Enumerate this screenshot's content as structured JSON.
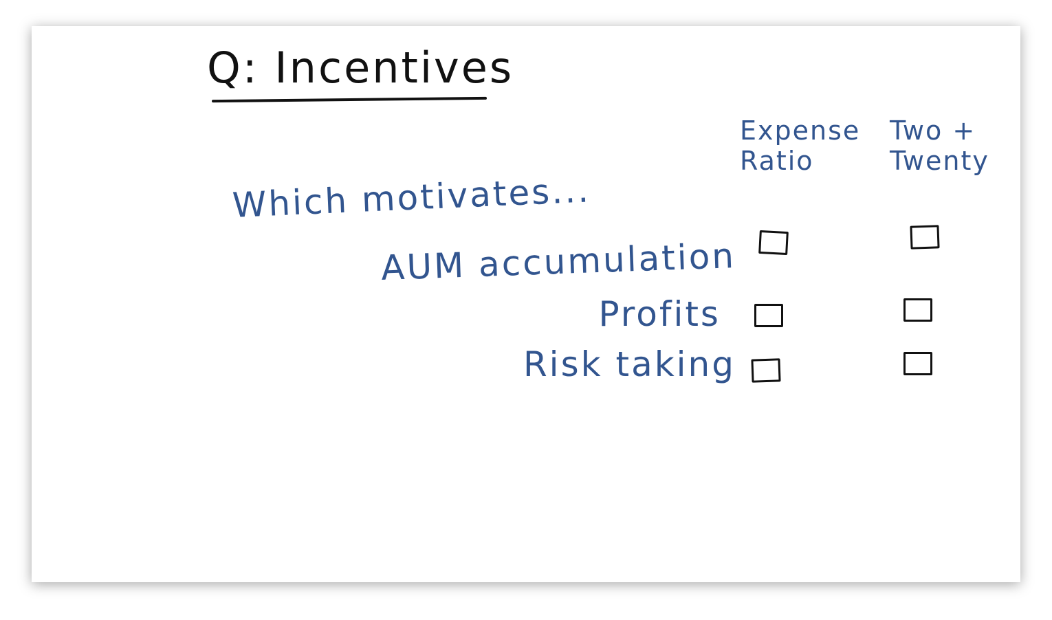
{
  "title": "Q: Incentives",
  "prompt": "Which motivates...",
  "columns": [
    {
      "label_line1": "Expense",
      "label_line2": "Ratio"
    },
    {
      "label_line1": "Two +",
      "label_line2": "Twenty"
    }
  ],
  "rows": [
    {
      "label": "AUM accumulation"
    },
    {
      "label": "Profits"
    },
    {
      "label": "Risk taking"
    }
  ],
  "colors": {
    "ink_blue": "#32558f",
    "ink_black": "#111111"
  }
}
